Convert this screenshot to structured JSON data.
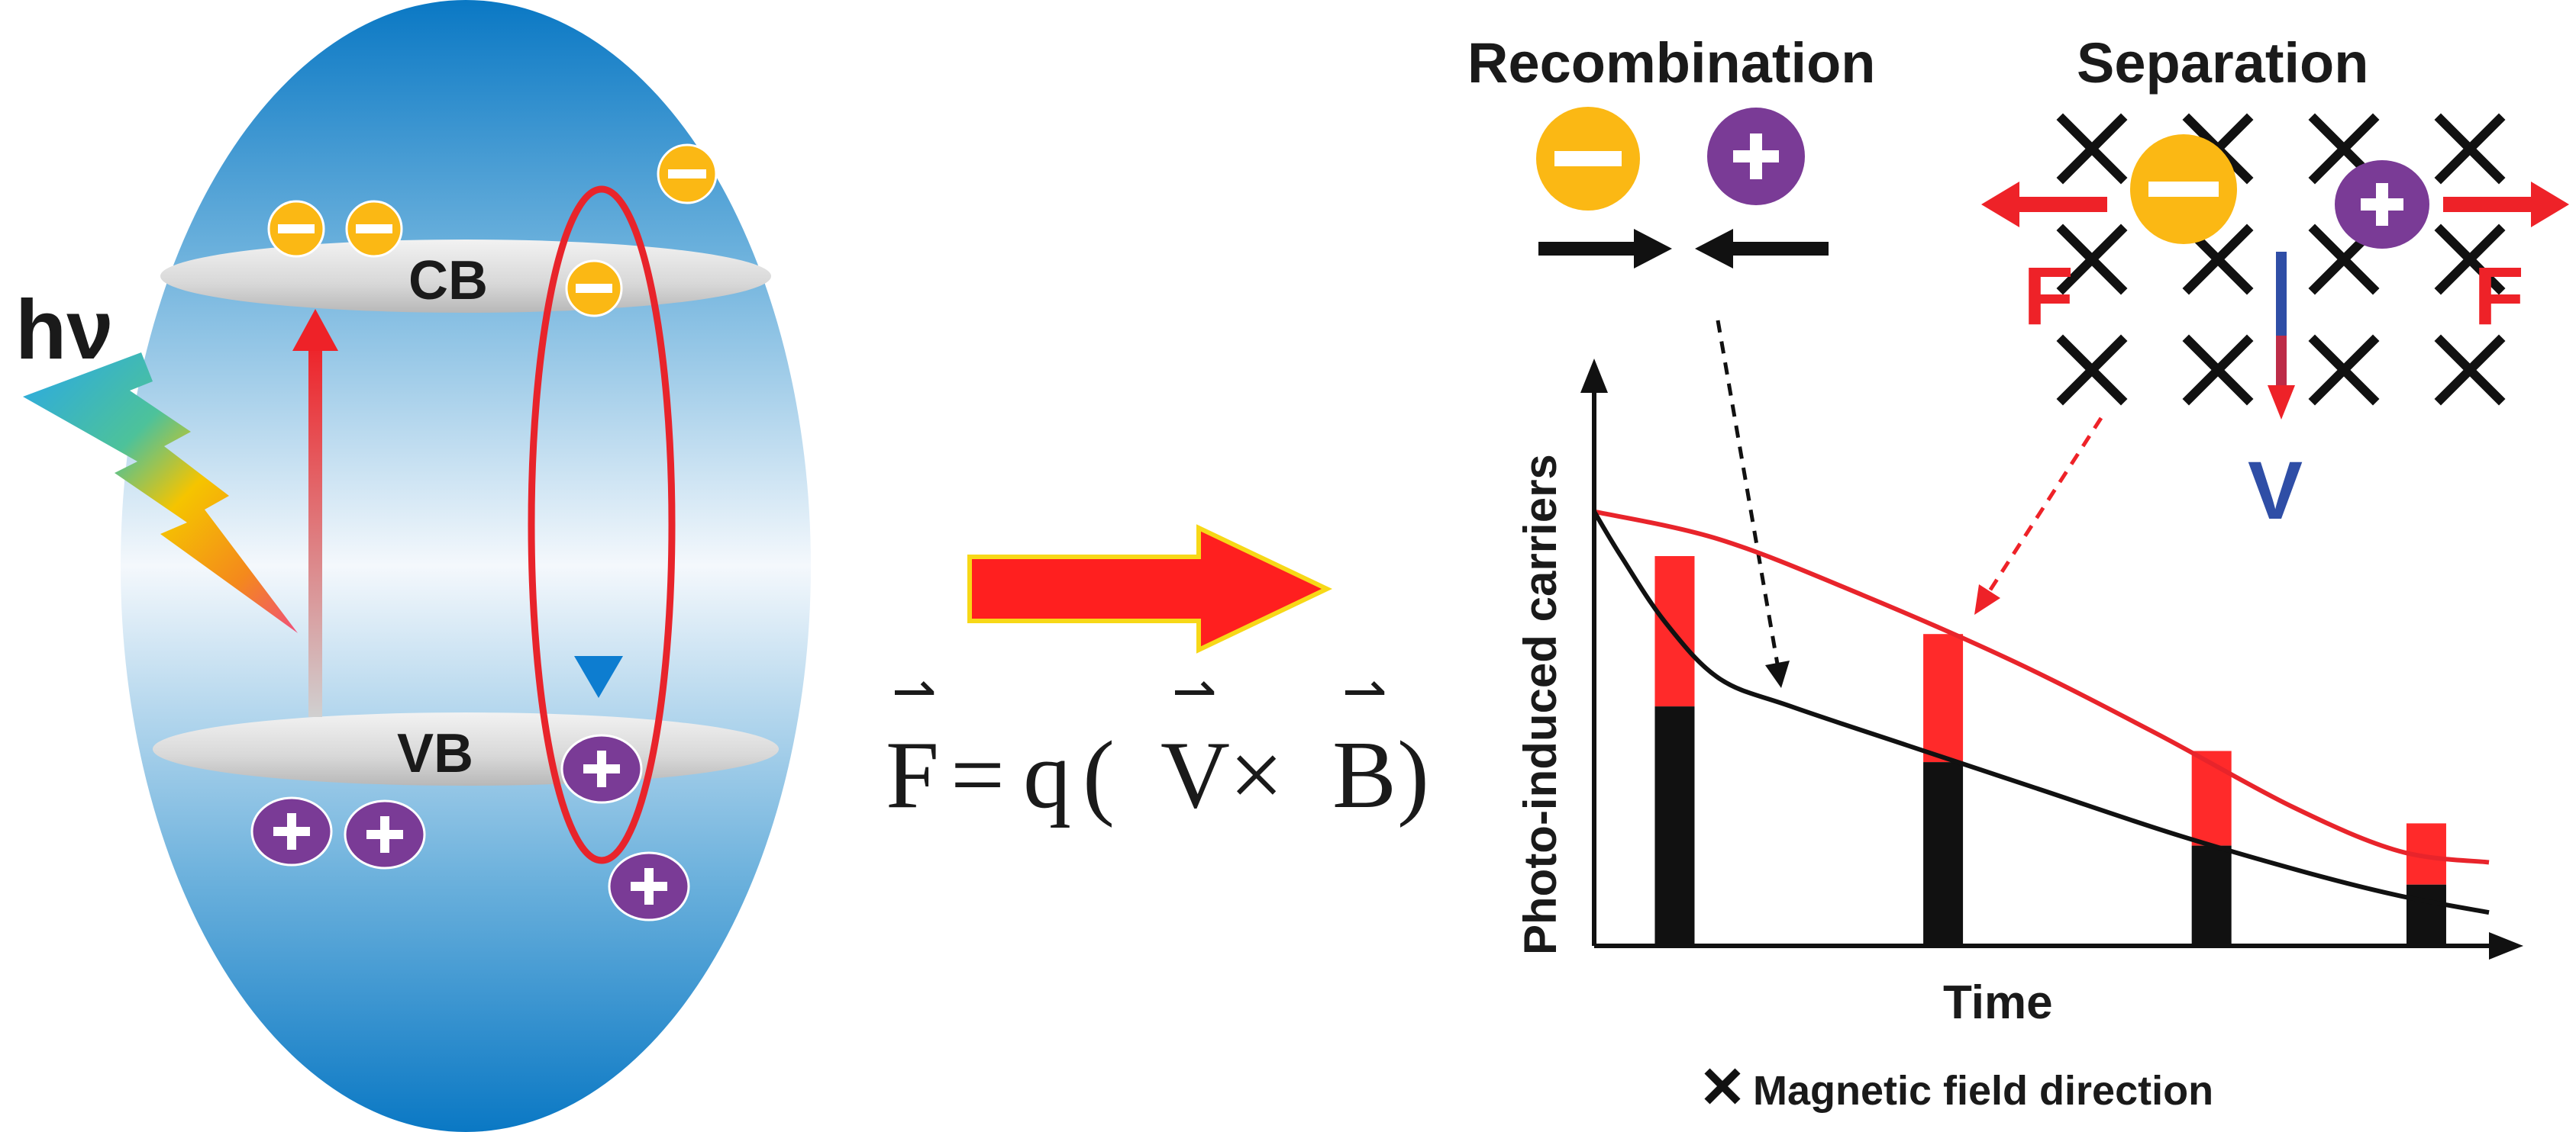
{
  "band_diagram": {
    "light_label": "hν",
    "cb_label": "CB",
    "vb_label": "VB",
    "electron_sign": "−",
    "hole_sign": "+"
  },
  "equation": {
    "f": "F",
    "eq": "=",
    "q": "q",
    "lp": "(",
    "v": "V",
    "times": "×",
    "b": "B",
    "rp": ")",
    "vec": "⇀"
  },
  "recombination": {
    "title": "Recombination"
  },
  "separation": {
    "title": "Separation",
    "force_label": "F",
    "velocity_label": "V"
  },
  "legend": {
    "text": "Magnetic field direction"
  },
  "chart": {
    "ylabel": "Photo-induced carriers",
    "xlabel": "Time"
  },
  "chart_data": {
    "type": "bar",
    "title": "",
    "xlabel": "Time",
    "ylabel": "Photo-induced carriers",
    "ylim": [
      0,
      1
    ],
    "grid": false,
    "legend": "none",
    "bars": [
      {
        "x": 0.09,
        "total": 0.7,
        "black": 0.43
      },
      {
        "x": 0.39,
        "total": 0.56,
        "black": 0.33
      },
      {
        "x": 0.69,
        "total": 0.35,
        "black": 0.18
      },
      {
        "x": 0.93,
        "total": 0.22,
        "black": 0.11
      }
    ],
    "series": [
      {
        "color": "#e8242b",
        "x": [
          0,
          0.14,
          0.3,
          0.47,
          0.63,
          0.78,
          0.9,
          1.0
        ],
        "y": [
          0.78,
          0.73,
          0.63,
          0.51,
          0.38,
          0.25,
          0.17,
          0.15
        ]
      },
      {
        "color": "#111111",
        "x": [
          0,
          0.03,
          0.08,
          0.14,
          0.22,
          0.35,
          0.5,
          0.65,
          0.8,
          0.9,
          1.0
        ],
        "y": [
          0.78,
          0.7,
          0.58,
          0.48,
          0.43,
          0.36,
          0.28,
          0.2,
          0.13,
          0.09,
          0.06
        ]
      }
    ],
    "colors": {
      "black_part": "#111111",
      "red_part": "#ff2a2a"
    }
  }
}
